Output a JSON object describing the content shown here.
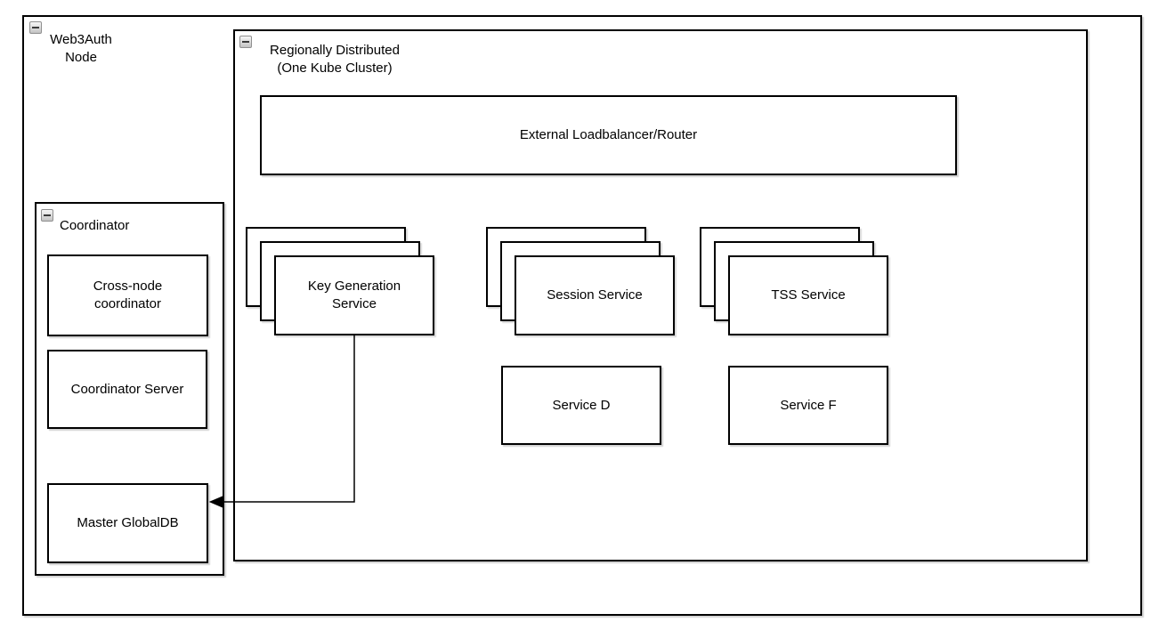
{
  "colors": {
    "canvas_bg": "#ffffff",
    "shape_border": "#000000",
    "shape_fill": "#ffffff",
    "label_text": "#000000",
    "edge_color": "#000000",
    "collapse_icon_border": "#8f8f8f"
  },
  "containers": {
    "web3auth_node": {
      "label": [
        "Web3Auth",
        "Node"
      ],
      "collapsed": false
    },
    "regionally_distributed": {
      "label": [
        "Regionally Distributed",
        "(One Kube Cluster)"
      ],
      "collapsed": false
    },
    "coordinator": {
      "label": "Coordinator",
      "collapsed": false
    }
  },
  "nodes": {
    "external_loadbalancer": {
      "label": "External Loadbalancer/Router"
    },
    "key_generation_service": {
      "label": [
        "Key Generation",
        "Service"
      ],
      "stack_count": 3
    },
    "session_service": {
      "label": "Session Service",
      "stack_count": 3
    },
    "tss_service": {
      "label": "TSS Service",
      "stack_count": 3
    },
    "service_d": {
      "label": "Service D"
    },
    "service_f": {
      "label": "Service F"
    },
    "cross_node_coordinator": {
      "label": [
        "Cross-node",
        "coordinator"
      ]
    },
    "coordinator_server": {
      "label": "Coordinator Server"
    },
    "master_globaldb": {
      "label": "Master GlobalDB"
    }
  },
  "edges": [
    {
      "from": "key_generation_service",
      "to": "master_globaldb",
      "style": "orthogonal",
      "arrowhead": "target-filled-triangle"
    }
  ]
}
